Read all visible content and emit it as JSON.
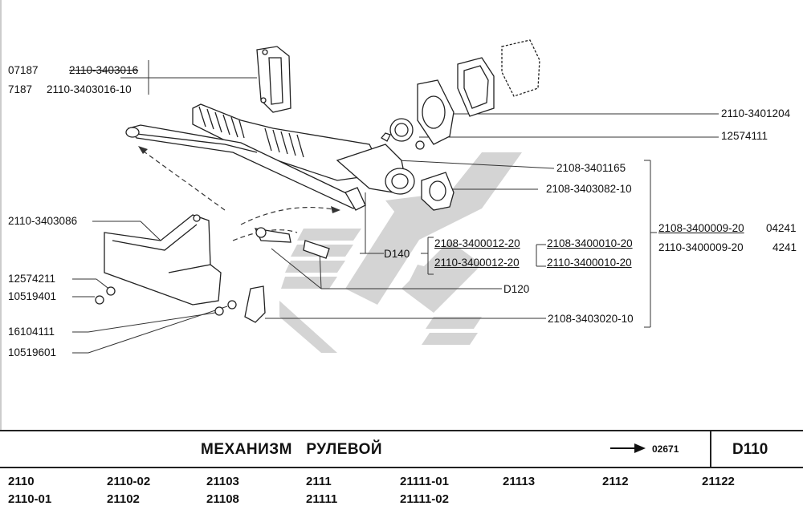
{
  "labels": {
    "l07187": "07187",
    "l2110_3403016": "2110-3403016",
    "l7187": "7187",
    "l2110_3403016_10": "2110-3403016-10",
    "l2110_3401204": "2110-3401204",
    "l12574111": "12574111",
    "l2108_3401165": "2108-3401165",
    "l2108_3403082_10": "2108-3403082-10",
    "l2110_3403086": "2110-3403086",
    "l2108_3400009_20": "2108-3400009-20",
    "l04241": "04241",
    "l2108_3400012_20": "2108-3400012-20",
    "l2108_3400010_20": "2108-3400010-20",
    "l2110_3400009_20": "2110-3400009-20",
    "l4241": "4241",
    "lD140": "D140",
    "l2110_3400012_20": "2110-3400012-20",
    "l2110_3400010_20": "2110-3400010-20",
    "l12574211": "12574211",
    "l10519401": "10519401",
    "lD120": "D120",
    "l16104111": "16104111",
    "l2108_3403020_10": "2108-3403020-10",
    "l10519601": "10519601"
  },
  "title_bar": {
    "title": "МЕХАНИЗМ   РУЛЕВОЙ",
    "ref": "02671",
    "code": "D110"
  },
  "models": {
    "row1": [
      "2110",
      "2110-02",
      "21103",
      "2111",
      "21111-01",
      "21113",
      "2112",
      "21122"
    ],
    "row2": [
      "2110-01",
      "21102",
      "21108",
      "21111",
      "21111-02"
    ]
  },
  "colors": {
    "ink": "#111111",
    "line": "#333333",
    "watermark": "#cfcfcf"
  },
  "icons": [
    "arrow-right-icon"
  ]
}
